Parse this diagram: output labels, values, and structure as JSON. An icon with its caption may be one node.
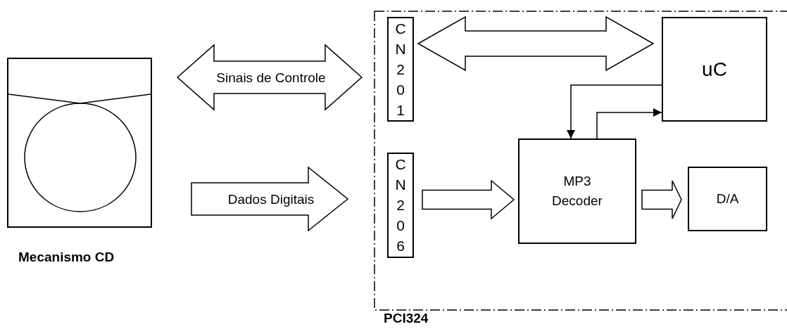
{
  "diagram": {
    "nodes": [
      {
        "text": [
          "Mecanismo CD"
        ]
      },
      {
        "text": [
          "PCI324"
        ]
      },
      {
        "text": [
          "CN201"
        ],
        "in": 1
      },
      {
        "text": [
          "uC"
        ],
        "in": 1
      },
      {
        "text": [
          "CN206"
        ],
        "in": 1
      },
      {
        "text": [
          "MP3 Decoder"
        ],
        "in": 1
      },
      {
        "text": [
          "D/A"
        ],
        "in": 1
      }
    ],
    "edges": [
      {
        "from": 0,
        "to": 1,
        "arrow": "both",
        "label": "Sinais de Controle",
        "style": "thick"
      },
      {
        "from": 0,
        "to": 1,
        "arrow": "to",
        "label": "Dados Digitais",
        "style": "thick"
      },
      {
        "from": 2,
        "to": 3,
        "arrow": "both",
        "style": "thick"
      },
      {
        "from": 4,
        "to": 5,
        "arrow": "to",
        "style": "thick"
      },
      {
        "from": 5,
        "to": 6,
        "arrow": "to",
        "style": "thick"
      },
      {
        "from": 3,
        "to": 5,
        "arrow": "to"
      },
      {
        "from": 5,
        "to": 3,
        "arrow": "to"
      }
    ]
  }
}
